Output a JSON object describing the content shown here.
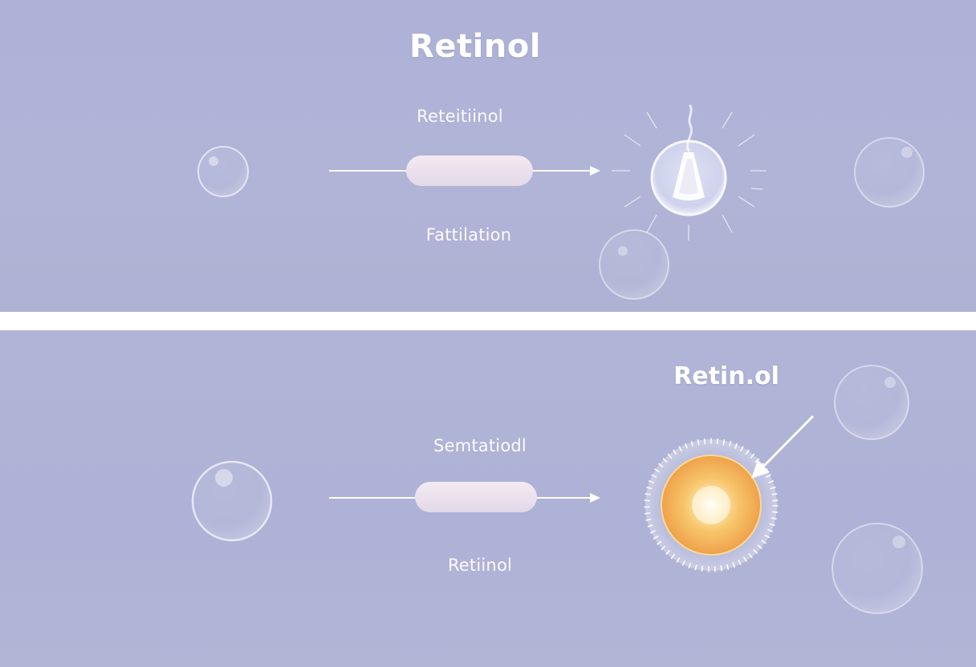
{
  "top_panel": {
    "title": "Retinol",
    "label_above": "Reteitiinol",
    "label_below": "Fattilation"
  },
  "bottom_panel": {
    "title": "Retin.ol",
    "label_above": "Semtatiodl",
    "label_below": "Retiinol"
  },
  "colors": {
    "background": "#aeb3d6",
    "divider": "#ffffff",
    "capsule": "#ece4ee",
    "arrow": "#ffffff",
    "sun_core": "#fff3d0",
    "sun_mid": "#f7c46a",
    "sun_edge": "#eea14a"
  },
  "icons": [
    "bubble-icon",
    "capsule-icon",
    "arrow-icon",
    "burst-cell-icon",
    "flask-icon",
    "sun-glow-icon",
    "pointer-arrow-icon"
  ]
}
